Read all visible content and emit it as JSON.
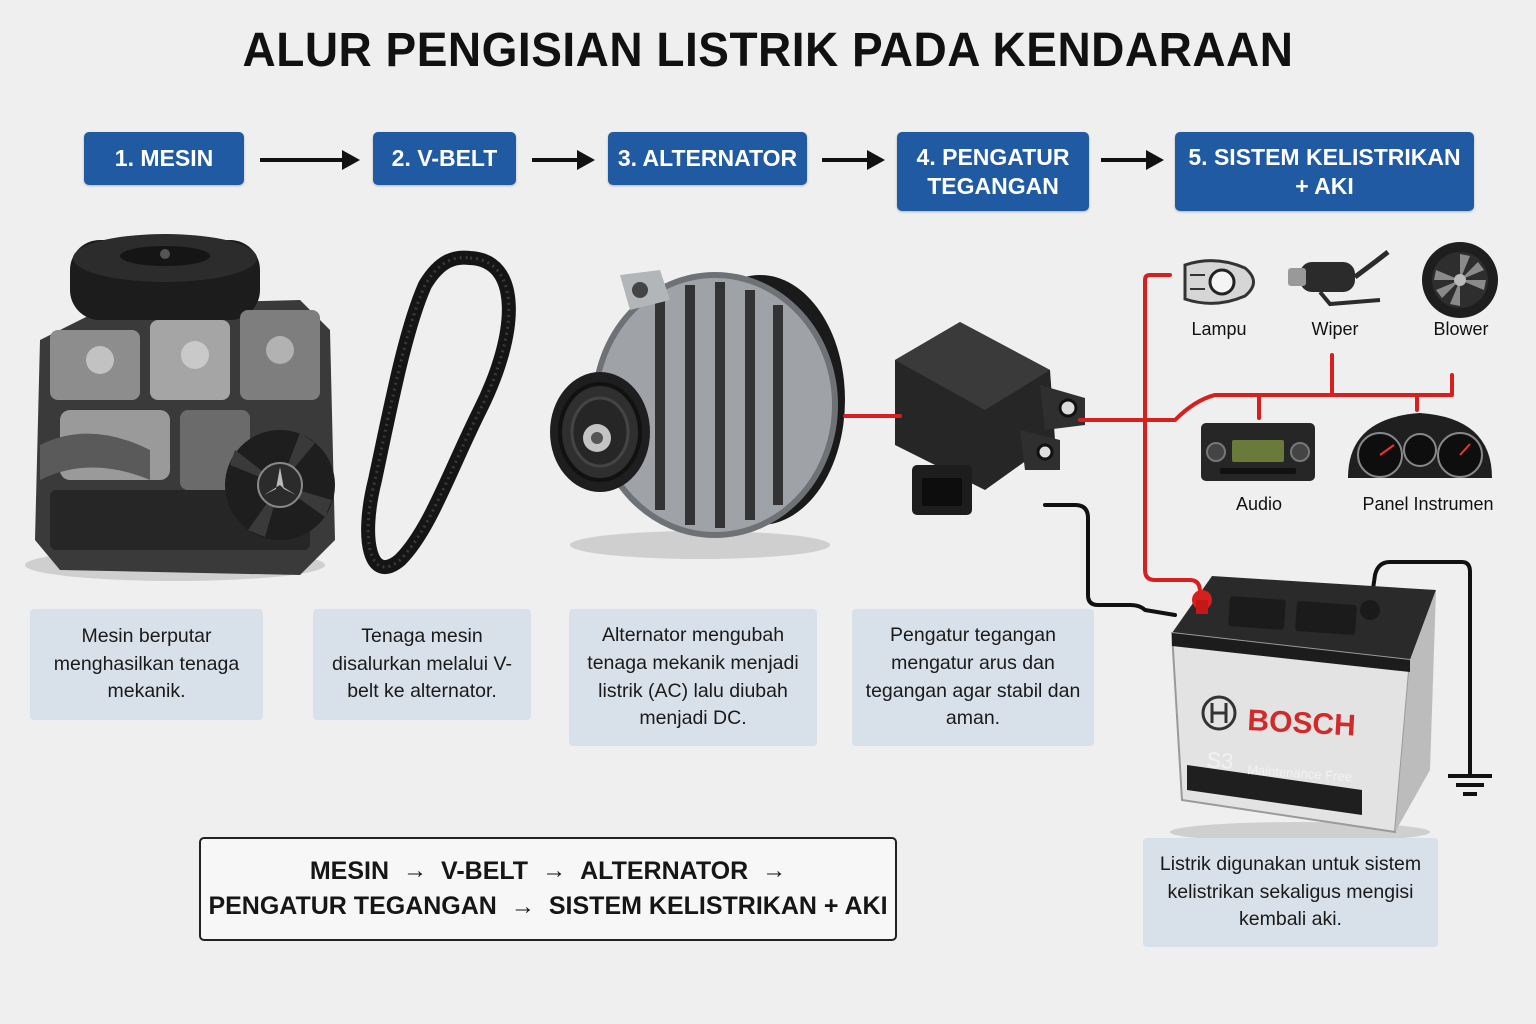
{
  "title": "ALUR PENGISIAN LISTRIK PADA KENDARAAN",
  "steps": [
    {
      "line1": "1. MESIN",
      "line2": ""
    },
    {
      "line1": "2. V-BELT",
      "line2": ""
    },
    {
      "line1": "3. ALTERNATOR",
      "line2": ""
    },
    {
      "line1": "4. PENGATUR",
      "line2": "TEGANGAN"
    },
    {
      "line1": "5. SISTEM KELISTRIKAN",
      "line2": "+ AKI"
    }
  ],
  "captions": [
    "Mesin berputar menghasilkan tenaga mekanik.",
    "Tenaga mesin disalurkan melalui V-belt ke alternator.",
    "Alternator mengubah tenaga mekanik menjadi listrik (AC) lalu diubah menjadi DC.",
    "Pengatur tegangan mengatur arus dan tegangan agar stabil dan aman.",
    "Listrik digunakan untuk sistem kelistrikan sekaligus mengisi kembali aki."
  ],
  "loads": {
    "lampu": "Lampu",
    "wiper": "Wiper",
    "blower": "Blower",
    "audio": "Audio",
    "panel": "Panel Instrumen"
  },
  "battery": {
    "brand": "BOSCH",
    "model": "S3",
    "type": "Maintenance Free"
  },
  "summary": {
    "line1": [
      "MESIN",
      "V-BELT",
      "ALTERNATOR"
    ],
    "line2": [
      "PENGATUR TEGANGAN",
      "SISTEM KELISTRIKAN + AKI"
    ],
    "arrow": "→"
  },
  "colors": {
    "step_blue": "#1f5aa3",
    "caption_bg": "#d8e0ea",
    "wire_red": "#d81f1f",
    "wire_black": "#111111"
  }
}
